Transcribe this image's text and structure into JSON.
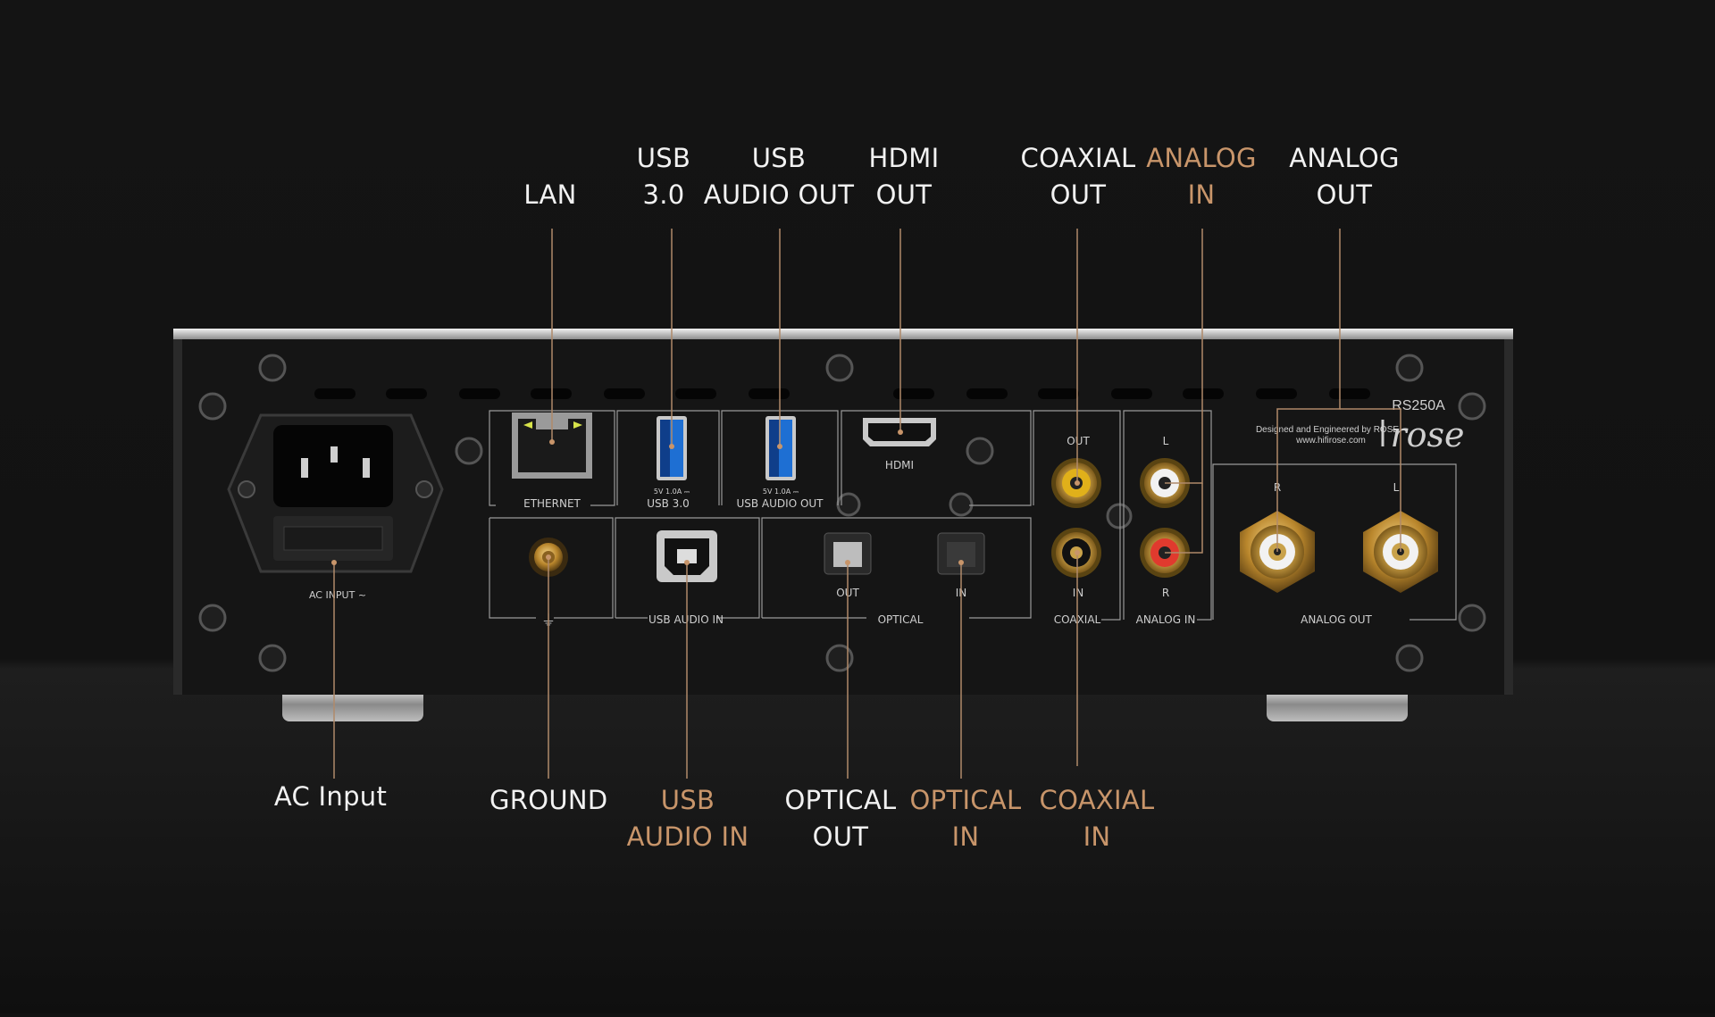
{
  "colors": {
    "background": "#121212",
    "white_label": "#f2f2f2",
    "gold_label": "#c8956a",
    "leader_line": "#b08a6a",
    "panel": "#141414",
    "panel_line": "#9a9a9a"
  },
  "callouts": {
    "top": [
      {
        "id": "lan",
        "lines": [
          "LAN"
        ],
        "accent": false
      },
      {
        "id": "usb30",
        "lines": [
          "USB",
          "3.0"
        ],
        "accent": false
      },
      {
        "id": "usb_audio_out",
        "lines": [
          "USB",
          "AUDIO OUT"
        ],
        "accent": false
      },
      {
        "id": "hdmi_out",
        "lines": [
          "HDMI",
          "OUT"
        ],
        "accent": false
      },
      {
        "id": "coaxial_out",
        "lines": [
          "COAXIAL",
          "OUT"
        ],
        "accent": false
      },
      {
        "id": "analog_in",
        "lines": [
          "ANALOG",
          "IN"
        ],
        "accent": true
      },
      {
        "id": "analog_out",
        "lines": [
          "ANALOG",
          "OUT"
        ],
        "accent": false
      }
    ],
    "bottom": [
      {
        "id": "ac_input",
        "lines": [
          "AC Input"
        ],
        "accent": false
      },
      {
        "id": "ground",
        "lines": [
          "GROUND"
        ],
        "accent": false
      },
      {
        "id": "usb_audio_in",
        "lines": [
          "USB",
          "AUDIO IN"
        ],
        "accent": true
      },
      {
        "id": "optical_out",
        "lines": [
          "OPTICAL",
          "OUT"
        ],
        "accent": false
      },
      {
        "id": "optical_in",
        "lines": [
          "OPTICAL",
          "IN"
        ],
        "accent": true
      },
      {
        "id": "coaxial_in",
        "lines": [
          "COAXIAL",
          "IN"
        ],
        "accent": true
      }
    ]
  },
  "device": {
    "model": "RS250A",
    "brand_logo": "rose",
    "credit_line1": "Designed and Engineered by ROSE",
    "credit_line2": "www.hifirose.com",
    "panel_labels": {
      "ac_input": "AC INPUT ~",
      "ethernet": "ETHERNET",
      "usb30": "USB 3.0",
      "usb30_rating": "5V 1.0A ⎓",
      "usb_audio_out": "USB AUDIO OUT",
      "usb_audio_out_rating": "5V 1.0A ⎓",
      "hdmi": "HDMI",
      "usb_audio_in": "USB AUDIO IN",
      "optical": "OPTICAL",
      "optical_out": "OUT",
      "optical_in": "IN",
      "coax_out": "OUT",
      "coax_in": "IN",
      "coaxial": "COAXIAL",
      "analog_in_l": "L",
      "analog_in_r": "R",
      "analog_in": "ANALOG IN",
      "analog_out_r": "R",
      "analog_out_l": "L",
      "analog_out": "ANALOG OUT",
      "ground_symbol": "⏚"
    }
  }
}
